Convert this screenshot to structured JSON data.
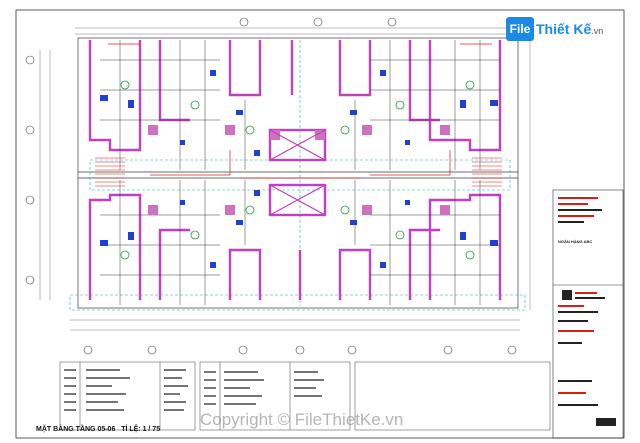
{
  "logo": {
    "mark": "File",
    "name": "Thiết Kế",
    "domain": ".vn"
  },
  "sheet": {
    "title": "MẶT BẰNG TẦNG 05-06",
    "scale": "TỈ LỆ: 1 / 75"
  },
  "title_block": {
    "project_label": "NGÂN HÀNG ABC"
  },
  "watermark": "Copyright © FileThietKe.vn",
  "colors": {
    "wall": "#c040c0",
    "line": "#3a3a3a",
    "cyan": "#20b0b0",
    "red": "#e02020",
    "blue": "#2040d0",
    "green": "#20a040"
  }
}
